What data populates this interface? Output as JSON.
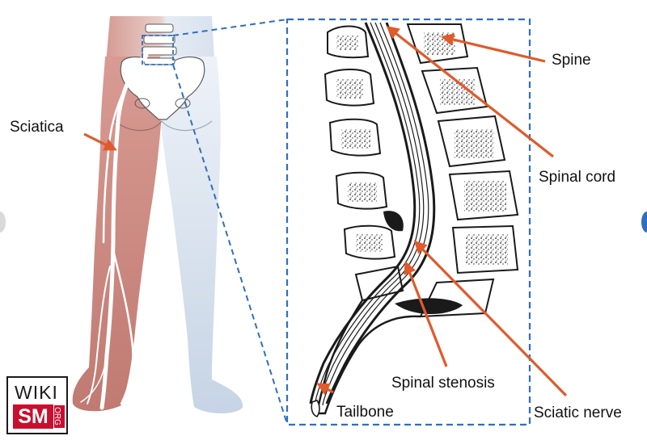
{
  "labels": {
    "sciatica": "Sciatica",
    "spine": "Spine",
    "spinal_cord": "Spinal cord",
    "spinal_stenosis": "Spinal stenosis",
    "tailbone": "Tailbone",
    "sciatic_nerve": "Sciatic nerve"
  },
  "logo": {
    "top": "WIKI",
    "bottom": "SM",
    "side": "ORG"
  },
  "colors": {
    "arrow": "#e05a2b",
    "dashed_frame": "#2f6fbf",
    "left_leg": "#c9827a",
    "right_leg": "#c8d6e6",
    "logo_red": "#c8102e"
  }
}
